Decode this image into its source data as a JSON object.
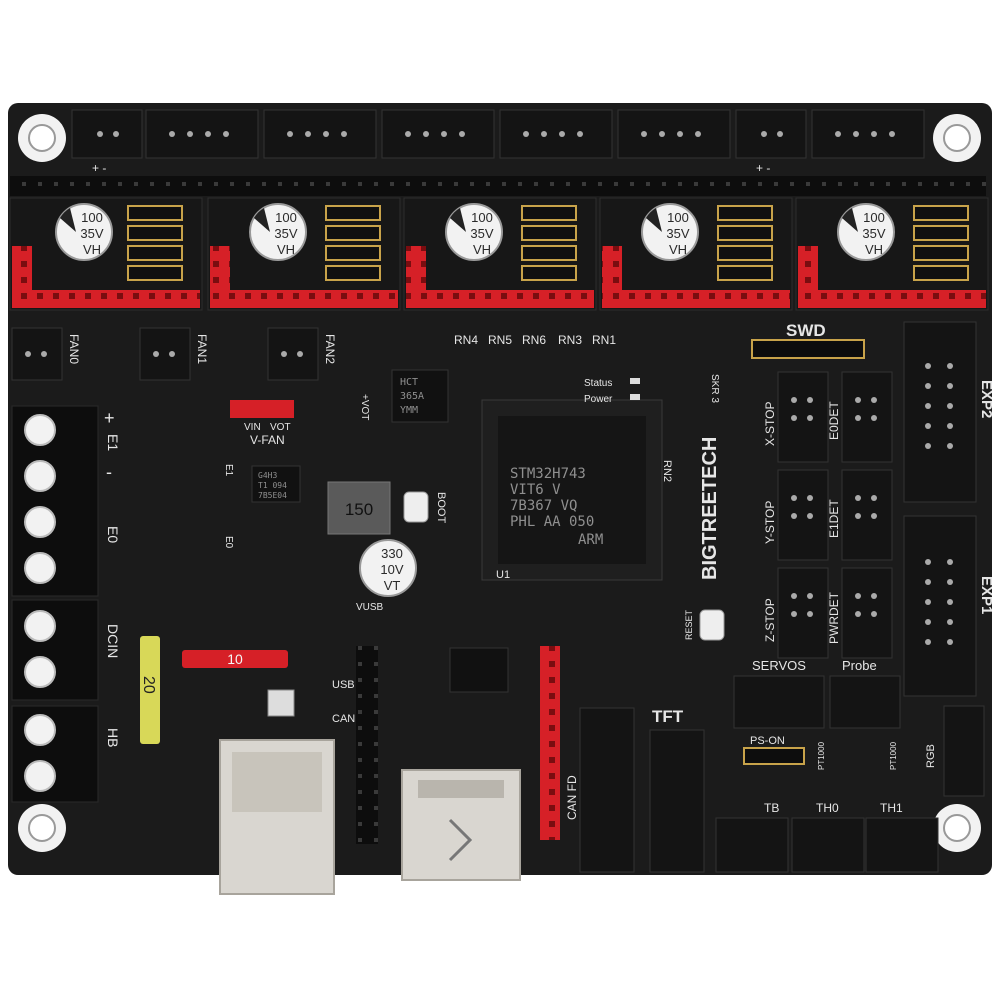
{
  "board": {
    "colors": {
      "pcb": "#1a1a1a",
      "header_red": "#d62027",
      "pin_gold": "#c8a34a",
      "silkscreen": "#e6e6e6",
      "terminal_black": "#0d0d0d",
      "shell_metal": "#d9d6d0"
    },
    "brand": "BIGTREETECH",
    "model": "SKR 3",
    "mcu": {
      "lines": [
        "STM32H743",
        "VIT6     V",
        "7B367 VQ",
        "PHL AA 050"
      ],
      "arm_label": "ARM",
      "ref": "U1"
    },
    "side_labels": {
      "swd": "SWD",
      "exp2": "EXP2",
      "exp1": "EXP1",
      "tft": "TFT",
      "can_fd": "CAN FD"
    },
    "resistor_networks": [
      "RN4",
      "RN5",
      "RN6",
      "RN3",
      "RN1"
    ],
    "rn2": "RN2",
    "leds": {
      "status": "Status",
      "power": "Power"
    },
    "buttons": {
      "boot": "BOOT",
      "reset": "RESET"
    },
    "fan_labels": [
      "FAN0",
      "FAN1",
      "FAN2"
    ],
    "fan_signs": "+ -",
    "vfan": {
      "title": "V-FAN",
      "vin": "VIN",
      "vot": "VOT",
      "vot_side": "+VOT"
    },
    "power_terminals": [
      "E1",
      "E0",
      "DCIN",
      "HB"
    ],
    "terminal_signs": {
      "plus": "+",
      "minus": "-"
    },
    "fuses": {
      "small": "10",
      "blade": "20"
    },
    "driver_caps": {
      "value": "100",
      "voltage": "35V",
      "series": "VH"
    },
    "bulk_cap": {
      "value": "330",
      "voltage": "10V",
      "series": "VT"
    },
    "inductor": "150",
    "hct_chip": [
      "HCT",
      "365A",
      "YMM"
    ],
    "small_chip": [
      "G4H3",
      "T1 094",
      "7B5E04"
    ],
    "endstops": [
      "X-STOP",
      "Y-STOP",
      "Z-STOP"
    ],
    "detectors": [
      "E0DET",
      "E1DET",
      "PWRDET"
    ],
    "bottom_labels": {
      "servos": "SERVOS",
      "probe": "Probe",
      "ps_on": "PS-ON",
      "rgb": "RGB",
      "vusb": "VUSB",
      "usb": "USB",
      "can": "CAN"
    },
    "thermistors": [
      "TB",
      "TH0",
      "TH1"
    ],
    "pt1000": "PT1000",
    "mos_marks": [
      "E1",
      "E0"
    ]
  }
}
